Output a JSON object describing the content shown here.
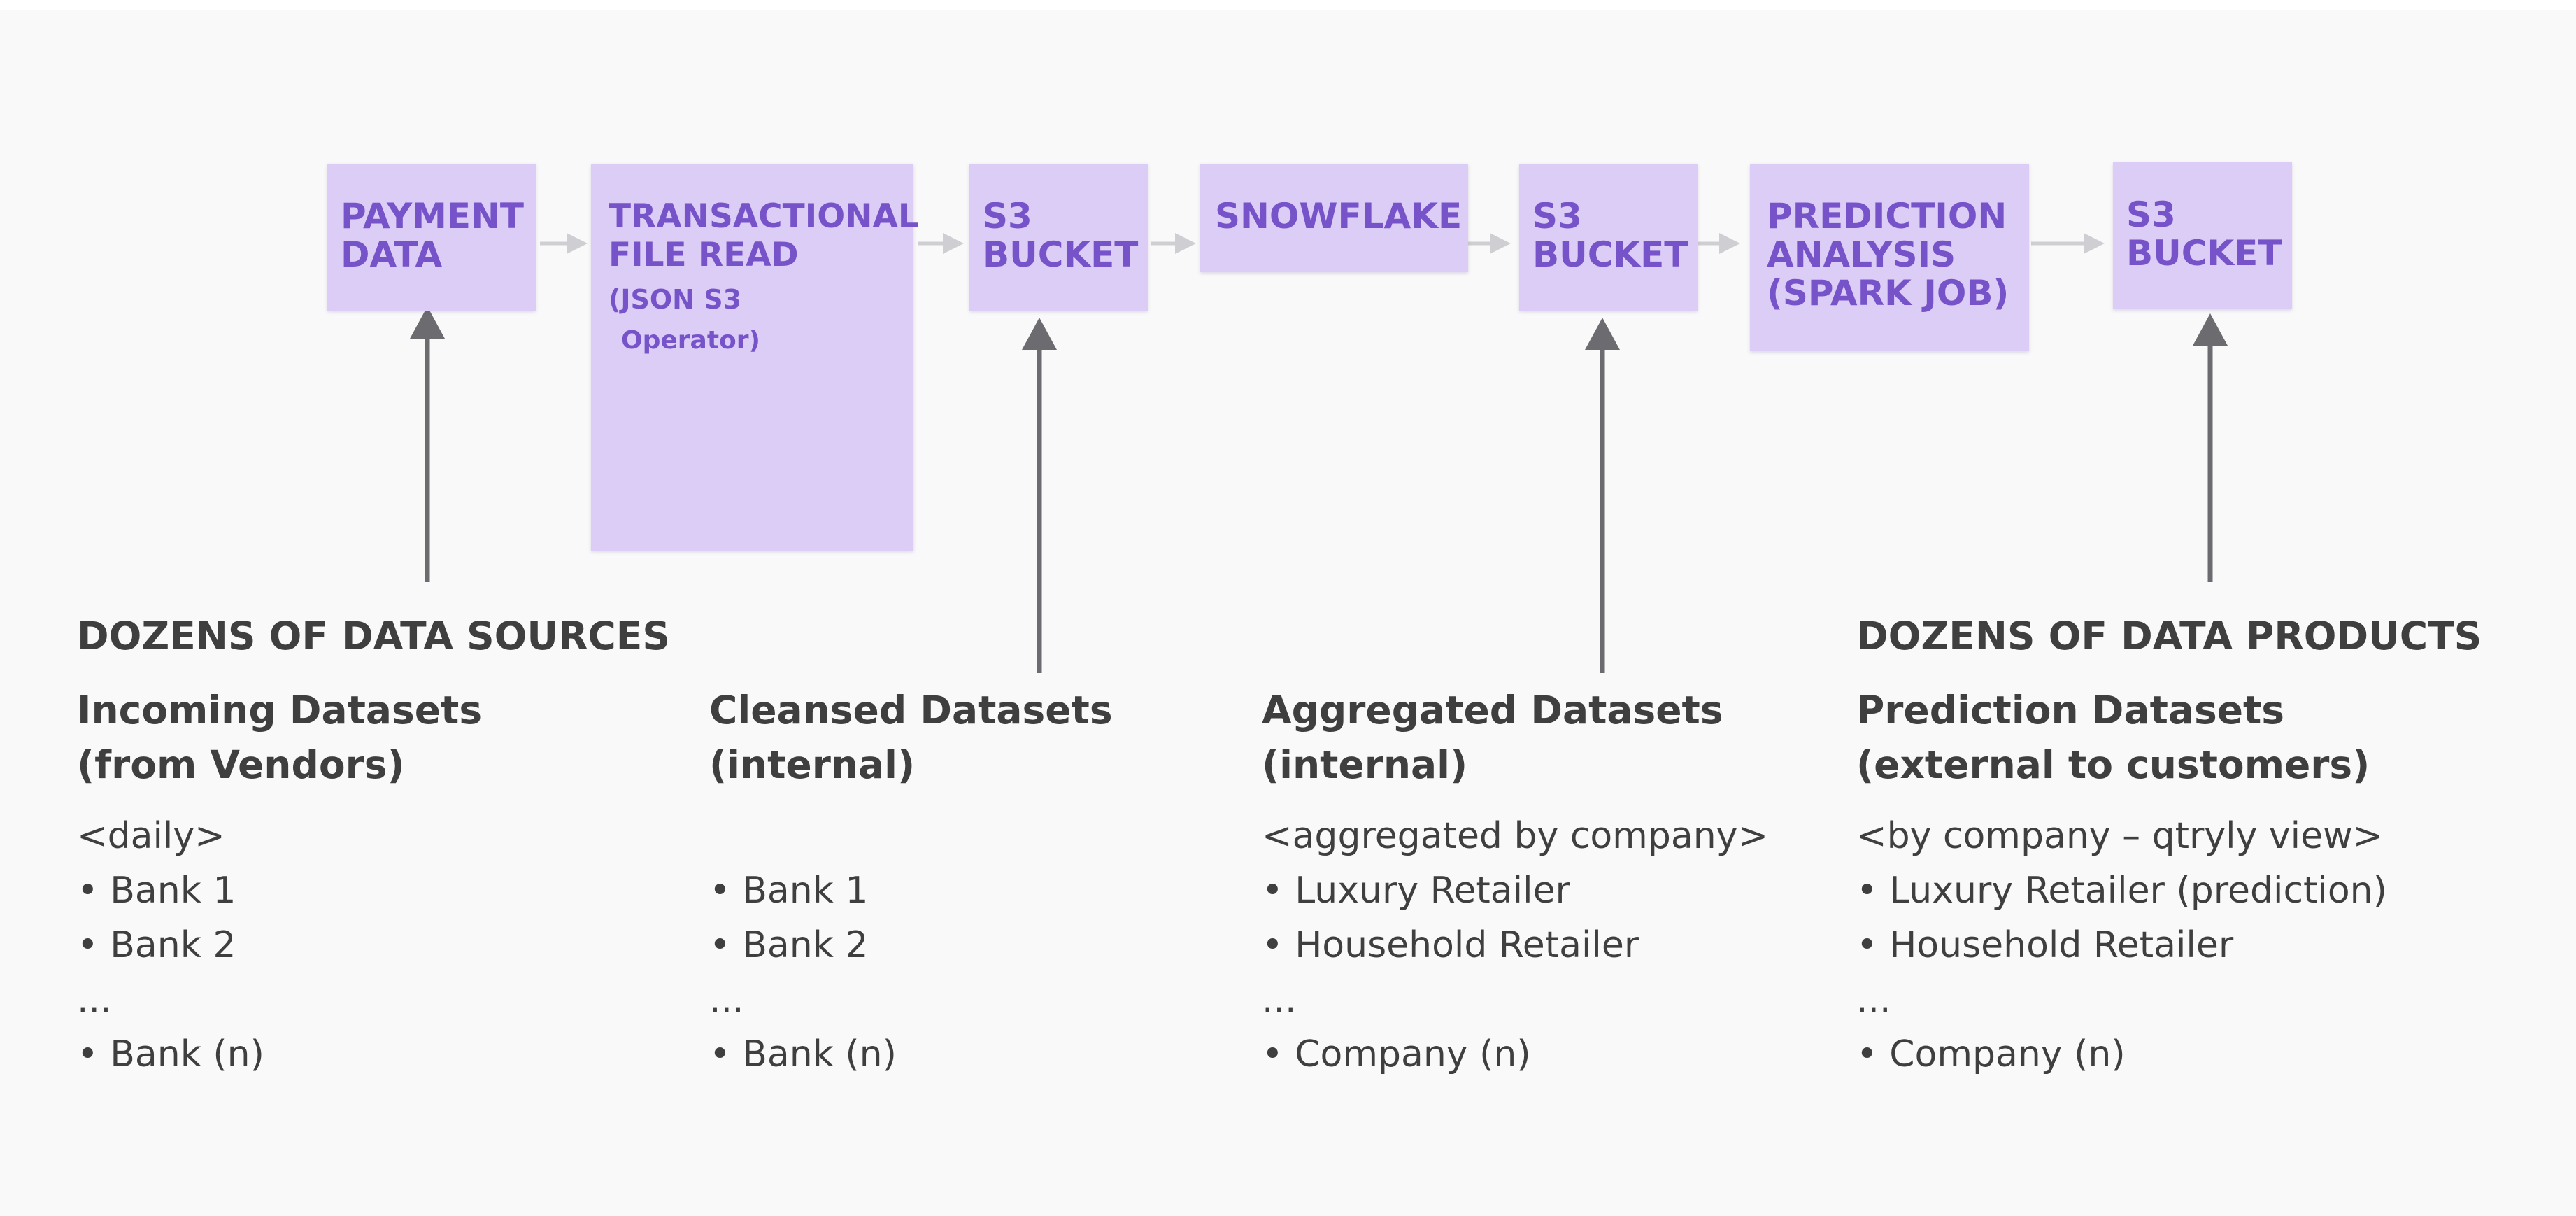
{
  "pipeline": {
    "payment": {
      "title": "PAYMENT\nDATA"
    },
    "transactional": {
      "title": "TRANSACTIONAL\nFILE READ",
      "sub": "(JSON S3",
      "small": "Operator)"
    },
    "s3_bucket_1": {
      "title": "S3\nBUCKET"
    },
    "snowflake": {
      "title": "SNOWFLAKE"
    },
    "s3_bucket_2": {
      "title": "S3\nBUCKET"
    },
    "prediction": {
      "title": "PREDICTION\nANALYSIS\n(SPARK JOB)"
    },
    "s3_bucket_3": {
      "title": "S3\nBUCKET"
    }
  },
  "headings": {
    "sources": "DOZENS OF DATA SOURCES",
    "products": "DOZENS OF DATA PRODUCTS"
  },
  "columns": {
    "incoming": {
      "title": "Incoming Datasets\n(from Vendors)",
      "meta": "<daily>",
      "items": [
        "• Bank 1",
        "• Bank 2",
        "...",
        "• Bank (n)"
      ]
    },
    "cleansed": {
      "title": "Cleansed Datasets\n(internal)",
      "meta": "",
      "items": [
        "• Bank 1",
        "• Bank 2",
        "...",
        "• Bank (n)"
      ]
    },
    "aggregated": {
      "title": "Aggregated Datasets\n(internal)",
      "meta": "<aggregated by company>",
      "items": [
        "• Luxury Retailer",
        "• Household Retailer",
        "...",
        "• Company (n)"
      ]
    },
    "prediction": {
      "title": "Prediction Datasets\n(external to customers)",
      "meta": "<by company – qtryly view>",
      "items": [
        "• Luxury Retailer (prediction)",
        "• Household Retailer",
        "...",
        "• Company (n)"
      ]
    }
  },
  "colors": {
    "box_fill": "#dccdf6",
    "box_text": "#7653c9",
    "body_text": "#3f3f3f",
    "arrow_up": "#6b6b70",
    "arrow_flow": "#cfcfd3",
    "background": "#f9f9f9"
  }
}
